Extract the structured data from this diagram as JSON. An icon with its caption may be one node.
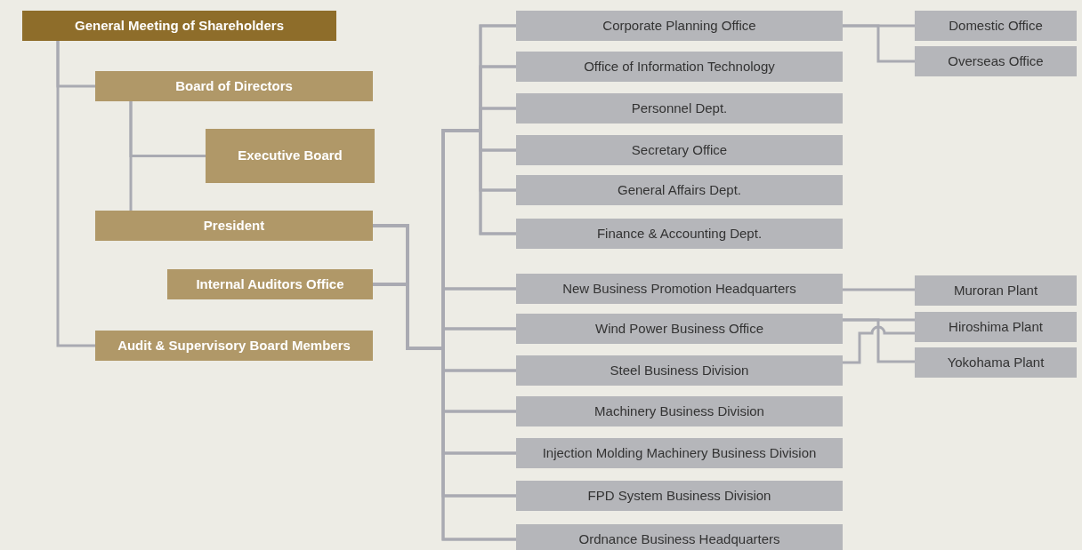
{
  "diagram": {
    "nodes": [
      {
        "text": [
          "General Meeting of Shareholders"
        ]
      },
      {
        "text": [
          "Board of Directors"
        ]
      },
      {
        "text": [
          "Executive Board"
        ]
      },
      {
        "text": [
          "President"
        ]
      },
      {
        "text": [
          "Internal Auditors Office"
        ]
      },
      {
        "text": [
          "Audit & Supervisory Board Members"
        ]
      },
      {
        "text": [
          "Corporate Planning Office"
        ]
      },
      {
        "text": [
          "Office of Information Technology"
        ]
      },
      {
        "text": [
          "Personnel Dept."
        ]
      },
      {
        "text": [
          "Secretary Office"
        ]
      },
      {
        "text": [
          "General Affairs Dept."
        ]
      },
      {
        "text": [
          "Finance & Accounting Dept."
        ]
      },
      {
        "text": [
          "New Business Promotion Headquarters"
        ]
      },
      {
        "text": [
          "Wind Power Business Office"
        ]
      },
      {
        "text": [
          "Steel Business Division"
        ]
      },
      {
        "text": [
          "Machinery Business Division"
        ]
      },
      {
        "text": [
          "Injection Molding Machinery Business Division"
        ]
      },
      {
        "text": [
          "FPD System Business Division"
        ]
      },
      {
        "text": [
          "Ordnance Business Headquarters"
        ]
      },
      {
        "text": [
          "Domestic Office"
        ]
      },
      {
        "text": [
          "Overseas Office"
        ]
      },
      {
        "text": [
          "Muroran Plant"
        ]
      },
      {
        "text": [
          "Hiroshima Plant"
        ]
      },
      {
        "text": [
          "Yokohama Plant"
        ]
      }
    ],
    "edges": [
      {
        "from": 0,
        "to": 1,
        "arrow": "none"
      },
      {
        "from": 0,
        "to": 5,
        "arrow": "none"
      },
      {
        "from": 1,
        "to": 2,
        "arrow": "none"
      },
      {
        "from": 1,
        "to": 3,
        "arrow": "none"
      },
      {
        "from": 3,
        "to": 6,
        "arrow": "none"
      },
      {
        "from": 3,
        "to": 7,
        "arrow": "none"
      },
      {
        "from": 3,
        "to": 8,
        "arrow": "none"
      },
      {
        "from": 3,
        "to": 9,
        "arrow": "none"
      },
      {
        "from": 3,
        "to": 10,
        "arrow": "none"
      },
      {
        "from": 3,
        "to": 11,
        "arrow": "none"
      },
      {
        "from": 3,
        "to": 12,
        "arrow": "none"
      },
      {
        "from": 3,
        "to": 13,
        "arrow": "none"
      },
      {
        "from": 3,
        "to": 14,
        "arrow": "none"
      },
      {
        "from": 3,
        "to": 15,
        "arrow": "none"
      },
      {
        "from": 3,
        "to": 16,
        "arrow": "none"
      },
      {
        "from": 3,
        "to": 17,
        "arrow": "none"
      },
      {
        "from": 3,
        "to": 18,
        "arrow": "none"
      },
      {
        "from": 4,
        "to": 6,
        "arrow": "none"
      },
      {
        "from": 4,
        "to": 7,
        "arrow": "none"
      },
      {
        "from": 4,
        "to": 8,
        "arrow": "none"
      },
      {
        "from": 4,
        "to": 9,
        "arrow": "none"
      },
      {
        "from": 4,
        "to": 10,
        "arrow": "none"
      },
      {
        "from": 4,
        "to": 11,
        "arrow": "none"
      },
      {
        "from": 4,
        "to": 12,
        "arrow": "none"
      },
      {
        "from": 4,
        "to": 13,
        "arrow": "none"
      },
      {
        "from": 4,
        "to": 14,
        "arrow": "none"
      },
      {
        "from": 4,
        "to": 15,
        "arrow": "none"
      },
      {
        "from": 4,
        "to": 16,
        "arrow": "none"
      },
      {
        "from": 4,
        "to": 17,
        "arrow": "none"
      },
      {
        "from": 4,
        "to": 18,
        "arrow": "none"
      },
      {
        "from": 6,
        "to": 19,
        "arrow": "none"
      },
      {
        "from": 6,
        "to": 20,
        "arrow": "none"
      },
      {
        "from": 12,
        "to": 21,
        "arrow": "none"
      },
      {
        "from": 13,
        "to": 22,
        "arrow": "none"
      },
      {
        "from": 13,
        "to": 23,
        "arrow": "none"
      },
      {
        "from": 14,
        "to": 22,
        "arrow": "none"
      }
    ]
  }
}
